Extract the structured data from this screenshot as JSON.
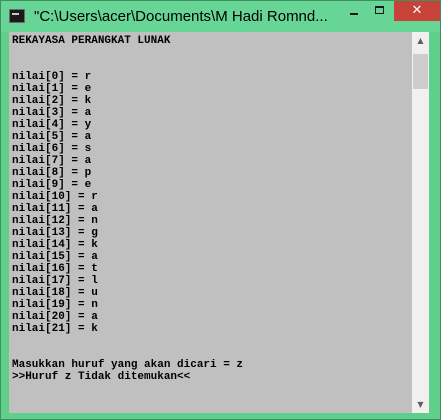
{
  "window": {
    "title": "\"C:\\Users\\acer\\Documents\\M Hadi Romnd...",
    "minimize_glyph": "",
    "maximize_glyph": "",
    "close_glyph": "✕"
  },
  "console": {
    "lines": [
      "REKAYASA PERANGKAT LUNAK",
      "",
      "",
      "nilai[0] = r",
      "nilai[1] = e",
      "nilai[2] = k",
      "nilai[3] = a",
      "nilai[4] = y",
      "nilai[5] = a",
      "nilai[6] = s",
      "nilai[7] = a",
      "nilai[8] = p",
      "nilai[9] = e",
      "nilai[10] = r",
      "nilai[11] = a",
      "nilai[12] = n",
      "nilai[13] = g",
      "nilai[14] = k",
      "nilai[15] = a",
      "nilai[16] = t",
      "nilai[17] = l",
      "nilai[18] = u",
      "nilai[19] = n",
      "nilai[20] = a",
      "nilai[21] = k",
      "",
      "",
      "Masukkan huruf yang akan dicari = z",
      ">>Huruf z Tidak ditemukan<<"
    ]
  },
  "scrollbar": {
    "up_glyph": "▲",
    "down_glyph": "▼"
  },
  "colors": {
    "titlebar": "#66d596",
    "console_bg": "#c0c0c0",
    "close_button": "#c7433a"
  }
}
